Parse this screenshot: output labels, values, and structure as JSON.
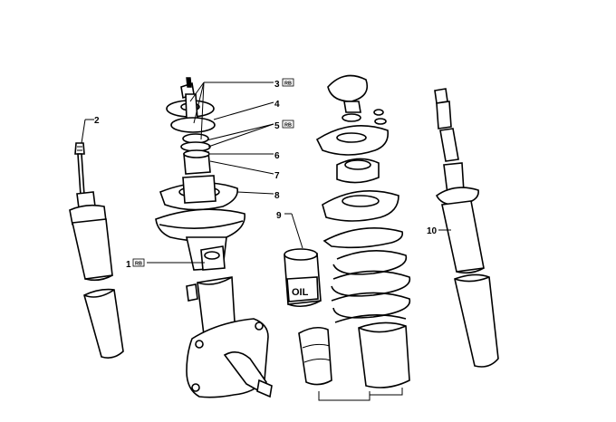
{
  "diagram": {
    "callouts": [
      {
        "id": "c1",
        "num": "1",
        "badge": "RB"
      },
      {
        "id": "c2",
        "num": "2",
        "badge": ""
      },
      {
        "id": "c3",
        "num": "3",
        "badge": "RB"
      },
      {
        "id": "c4",
        "num": "4",
        "badge": ""
      },
      {
        "id": "c5",
        "num": "5",
        "badge": "RB"
      },
      {
        "id": "c6",
        "num": "6",
        "badge": ""
      },
      {
        "id": "c7",
        "num": "7",
        "badge": ""
      },
      {
        "id": "c8",
        "num": "8",
        "badge": ""
      },
      {
        "id": "c9",
        "num": "9",
        "badge": ""
      },
      {
        "id": "c10",
        "num": "10",
        "badge": ""
      }
    ],
    "can_label": "OIL",
    "colors": {
      "ink": "#000000",
      "paper": "#ffffff"
    }
  }
}
